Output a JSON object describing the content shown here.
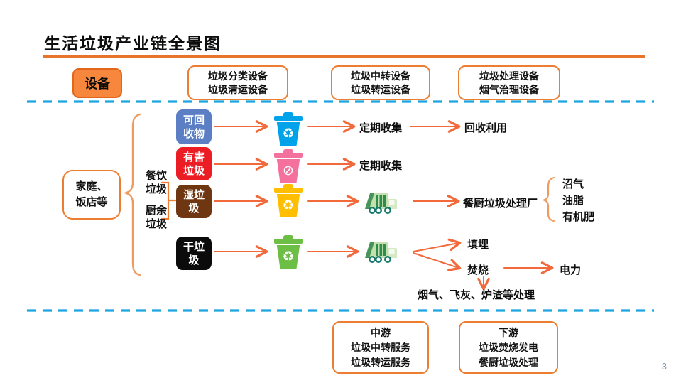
{
  "page": {
    "title": "生活垃圾产业链全景图",
    "page_number": "3"
  },
  "colors": {
    "accent_orange": "#ed7d31",
    "arrow_orange": "#f2693b",
    "brace_orange": "#f19a5f",
    "dashed_blue": "#1ba4e0",
    "recyclable_blue": "#5b7ec4",
    "harmful_red": "#ec1c24",
    "wet_brown": "#6e3711",
    "dry_black": "#0b0b0b",
    "bin_blue": "#00a2e9",
    "bin_pink": "#f4719e",
    "bin_yellow": "#ffbe00",
    "bin_green": "#6cbe45",
    "truck_light_green": "#c9e3b8",
    "truck_dark_green": "#2f8c4f"
  },
  "top_row": {
    "equipment_label": "设备",
    "boxes": [
      {
        "lines": [
          "垃圾分类设备",
          "垃圾清运设备"
        ]
      },
      {
        "lines": [
          "垃圾中转设备",
          "垃圾转运设备"
        ]
      },
      {
        "lines": [
          "垃圾处理设备",
          "烟气治理设备"
        ]
      }
    ]
  },
  "flow": {
    "source": {
      "lines": [
        "家庭、",
        "饭店等"
      ]
    },
    "intermediate_labels": [
      {
        "lines": [
          "餐饮",
          "垃圾"
        ]
      },
      {
        "lines": [
          "厨余",
          "垃圾"
        ]
      }
    ],
    "categories": [
      {
        "name": "recyclable",
        "lines": [
          "可回",
          "收物"
        ]
      },
      {
        "name": "harmful",
        "lines": [
          "有害",
          "垃圾"
        ]
      },
      {
        "name": "wet",
        "lines": [
          "湿垃",
          "圾"
        ]
      },
      {
        "name": "dry",
        "lines": [
          "干垃",
          "圾"
        ]
      }
    ],
    "bins": [
      {
        "icon": "recyclable-bin-icon",
        "glyph": "♻"
      },
      {
        "icon": "harmful-bin-icon",
        "glyph": "⊘"
      },
      {
        "icon": "wet-bin-icon",
        "glyph": "♻"
      },
      {
        "icon": "dry-bin-icon",
        "glyph": "♻"
      }
    ],
    "row1": {
      "collect": "定期收集",
      "recycle": "回收利用"
    },
    "row2": {
      "collect": "定期收集"
    },
    "row3": {
      "plant": "餐厨垃圾处理厂",
      "outputs": [
        "沼气",
        "油脂",
        "有机肥"
      ]
    },
    "row4": {
      "landfill": "填埋",
      "incineration": "焚烧",
      "power": "电力",
      "residue": "烟气、飞灰、炉渣等处理"
    }
  },
  "bottom_row": {
    "boxes": [
      {
        "lines": [
          "中游",
          "垃圾中转服务",
          "垃圾转运服务"
        ]
      },
      {
        "lines": [
          "下游",
          "垃圾焚烧发电",
          "餐厨垃圾处理"
        ]
      }
    ]
  }
}
